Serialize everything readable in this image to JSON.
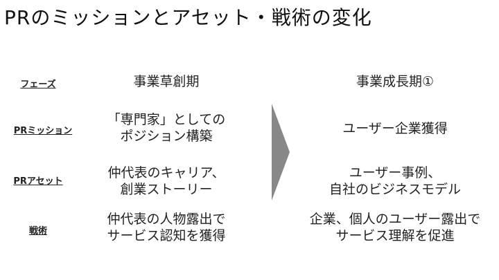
{
  "title": "PRのミッションとアセット・戦術の変化",
  "rows": [
    {
      "label": "フェーズ",
      "col1": "事業草創期",
      "col2": "事業成長期①"
    },
    {
      "label": "PRミッション",
      "col1": "「専門家」としての\nポジション構築",
      "col2": "ユーザー企業獲得"
    },
    {
      "label": "PRアセット",
      "col1": "仲代表のキャリア、\n創業ストーリー",
      "col2": "ユーザー事例、\n自社のビジネスモデル"
    },
    {
      "label": "戦術",
      "col1": "仲代表の人物露出で\nサービス認知を獲得",
      "col2": "企業、個人のユーザー露出で\nサービス理解を促進"
    }
  ],
  "colors": {
    "arrow": "#888888",
    "text": "#222222"
  }
}
